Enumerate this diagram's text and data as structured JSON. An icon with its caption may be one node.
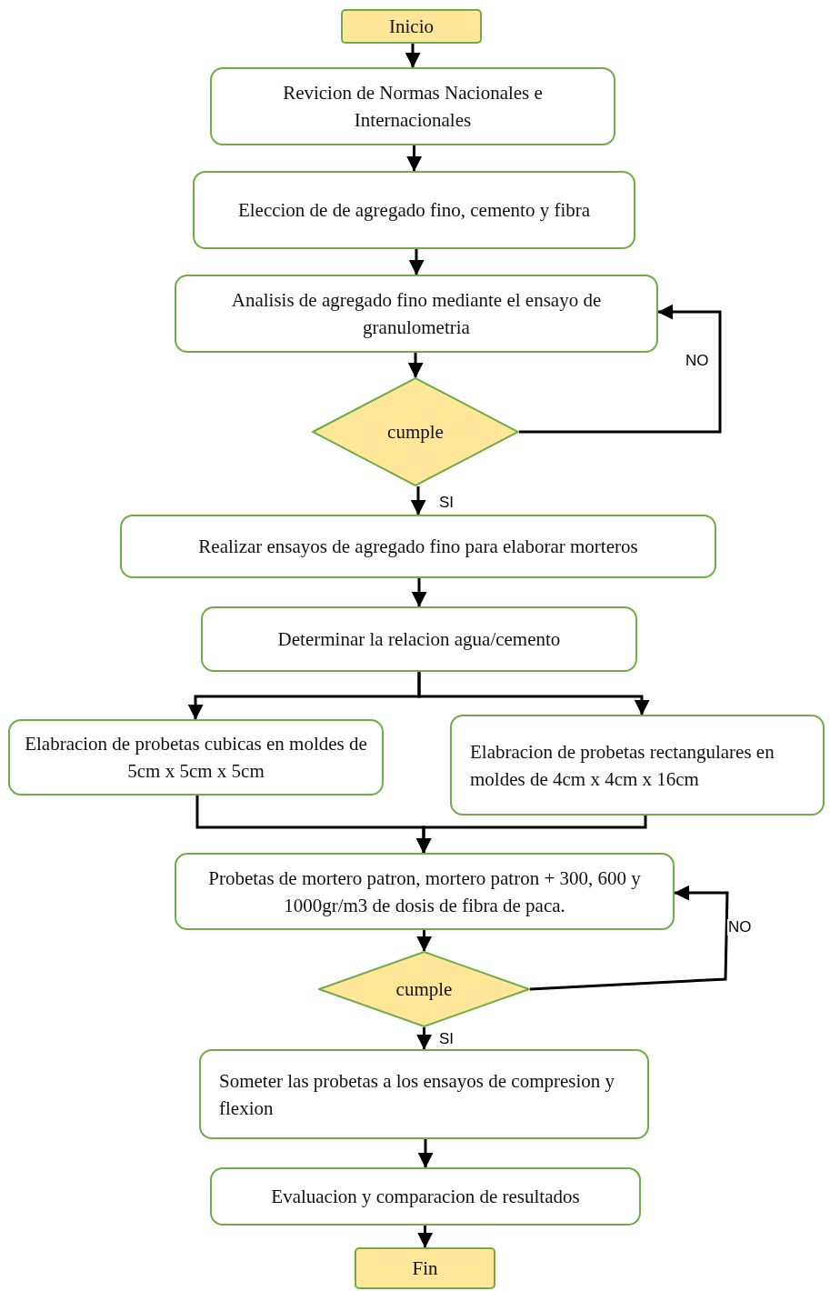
{
  "diagram": {
    "nodes": [
      {
        "text": [
          "Inicio"
        ]
      },
      {
        "text": [
          "Revicion de Normas Nacionales e Internacionales"
        ]
      },
      {
        "text": [
          "Eleccion de de agregado fino, cemento y fibra"
        ]
      },
      {
        "text": [
          "Analisis de agregado fino mediante el ensayo de granulometria"
        ]
      },
      {
        "text": [
          "cumple"
        ]
      },
      {
        "text": [
          "Realizar ensayos de agregado fino para elaborar morteros"
        ]
      },
      {
        "text": [
          "Determinar la relacion agua/cemento"
        ]
      },
      {
        "text": [
          "Elabracion de probetas cubicas en moldes de 5cm x 5cm x 5cm"
        ]
      },
      {
        "text": [
          "Elabracion de probetas rectangulares en moldes de 4cm x 4cm x 16cm"
        ]
      },
      {
        "text": [
          "Probetas de mortero patron, mortero patron + 300, 600 y 1000gr/m3 de dosis de fibra de paca."
        ]
      },
      {
        "text": [
          "cumple"
        ]
      },
      {
        "text": [
          "Someter las probetas a los ensayos de compresion y flexion"
        ]
      },
      {
        "text": [
          "Evaluacion y comparacion de resultados"
        ]
      },
      {
        "text": [
          "Fin"
        ]
      }
    ],
    "edges": [
      {
        "from": 0,
        "to": 1,
        "arrow": "to"
      },
      {
        "from": 1,
        "to": 2,
        "arrow": "to"
      },
      {
        "from": 2,
        "to": 3,
        "arrow": "to"
      },
      {
        "from": 3,
        "to": 4,
        "arrow": "to"
      },
      {
        "from": 4,
        "to": 3,
        "arrow": "to",
        "label": "NO"
      },
      {
        "from": 4,
        "to": 5,
        "arrow": "to",
        "label": "SI"
      },
      {
        "from": 5,
        "to": 6,
        "arrow": "to"
      },
      {
        "from": 6,
        "to": 7,
        "arrow": "to"
      },
      {
        "from": 6,
        "to": 8,
        "arrow": "to"
      },
      {
        "from": 7,
        "to": 9,
        "arrow": "to"
      },
      {
        "from": 8,
        "to": 9,
        "arrow": "to"
      },
      {
        "from": 9,
        "to": 10,
        "arrow": "to"
      },
      {
        "from": 10,
        "to": 9,
        "arrow": "to",
        "label": "NO"
      },
      {
        "from": 10,
        "to": 11,
        "arrow": "to",
        "label": "SI"
      },
      {
        "from": 11,
        "to": 12,
        "arrow": "to"
      },
      {
        "from": 12,
        "to": 13,
        "arrow": "to"
      }
    ]
  }
}
